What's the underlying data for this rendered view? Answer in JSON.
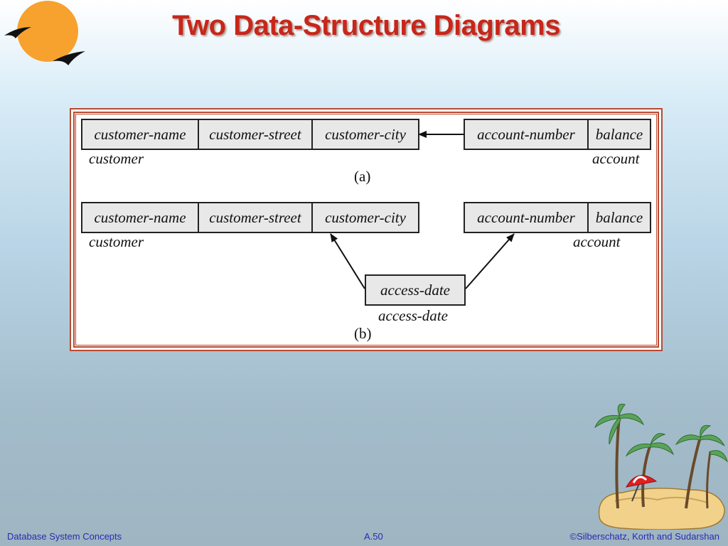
{
  "title": "Two Data-Structure Diagrams",
  "diagram_a": {
    "customer_fields": [
      "customer-name",
      "customer-street",
      "customer-city"
    ],
    "customer_label": "customer",
    "account_fields": [
      "account-number",
      "balance"
    ],
    "account_label": "account",
    "caption": "(a)"
  },
  "diagram_b": {
    "customer_fields": [
      "customer-name",
      "customer-street",
      "customer-city"
    ],
    "customer_label": "customer",
    "account_fields": [
      "account-number",
      "balance"
    ],
    "account_label": "account",
    "link_field": "access-date",
    "link_label": "access-date",
    "caption": "(b)"
  },
  "footer": {
    "left": "Database System Concepts",
    "center": "A.50",
    "right": "©Silberschatz, Korth and Sudarshan"
  },
  "colors": {
    "title": "#c8261a",
    "frame": "#b84a30",
    "footer_text": "#2b2bb0"
  }
}
